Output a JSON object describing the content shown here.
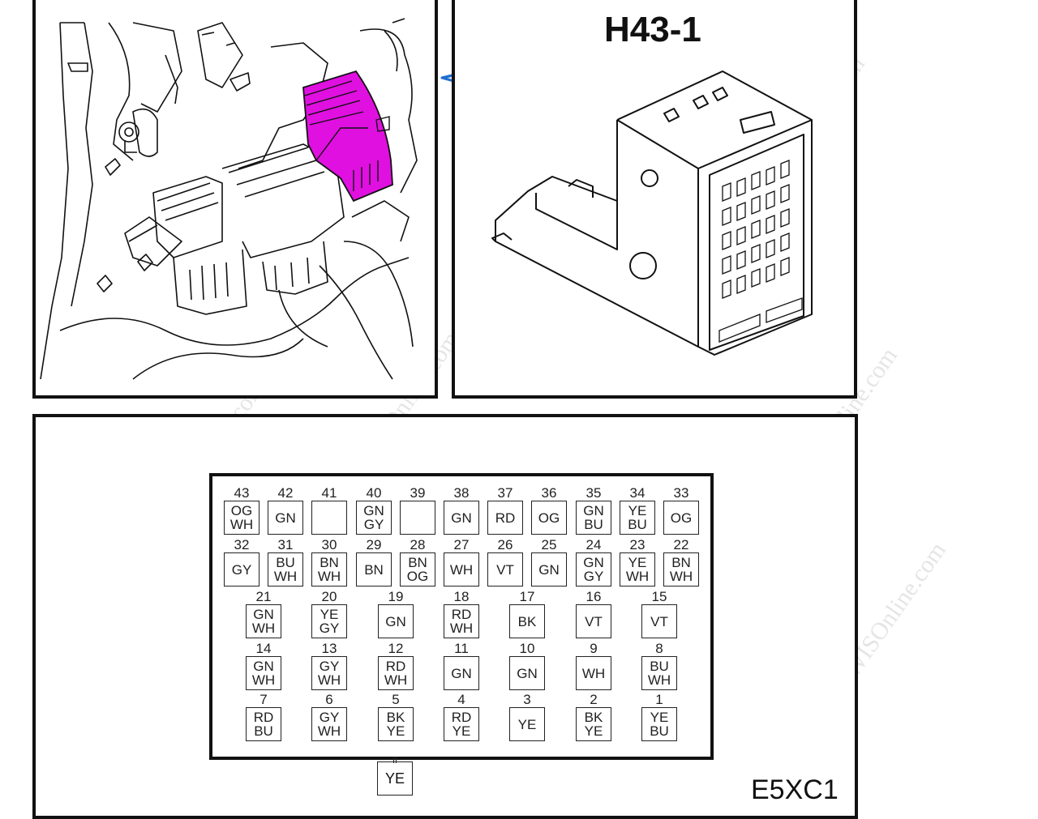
{
  "connector": {
    "name": "H43-1",
    "diagram_code": "E5XC1",
    "highlight_color": "#e010e0",
    "arrow_color": "#1f6fd1"
  },
  "watermark": "SaabWISOnline.com",
  "pins": [
    {
      "n": "43",
      "lines": [
        "OG",
        "WH"
      ]
    },
    {
      "n": "42",
      "lines": [
        "GN"
      ]
    },
    {
      "n": "41",
      "lines": []
    },
    {
      "n": "40",
      "lines": [
        "GN",
        "GY"
      ]
    },
    {
      "n": "39",
      "lines": []
    },
    {
      "n": "38",
      "lines": [
        "GN"
      ]
    },
    {
      "n": "37",
      "lines": [
        "RD"
      ]
    },
    {
      "n": "36",
      "lines": [
        "OG"
      ]
    },
    {
      "n": "35",
      "lines": [
        "GN",
        "BU"
      ]
    },
    {
      "n": "34",
      "lines": [
        "YE",
        "BU"
      ]
    },
    {
      "n": "33",
      "lines": [
        "OG"
      ]
    },
    {
      "n": "32",
      "lines": [
        "GY"
      ]
    },
    {
      "n": "31",
      "lines": [
        "BU",
        "WH"
      ]
    },
    {
      "n": "30",
      "lines": [
        "BN",
        "WH"
      ]
    },
    {
      "n": "29",
      "lines": [
        "BN"
      ]
    },
    {
      "n": "28",
      "lines": [
        "BN",
        "OG"
      ]
    },
    {
      "n": "27",
      "lines": [
        "WH"
      ]
    },
    {
      "n": "26",
      "lines": [
        "VT"
      ]
    },
    {
      "n": "25",
      "lines": [
        "GN"
      ]
    },
    {
      "n": "24",
      "lines": [
        "GN",
        "GY"
      ]
    },
    {
      "n": "23",
      "lines": [
        "YE",
        "WH"
      ]
    },
    {
      "n": "22",
      "lines": [
        "BN",
        "WH"
      ]
    },
    {
      "n": "21",
      "lines": [
        "GN",
        "WH"
      ]
    },
    {
      "n": "20",
      "lines": [
        "YE",
        "GY"
      ]
    },
    {
      "n": "19",
      "lines": [
        "GN"
      ]
    },
    {
      "n": "18",
      "lines": [
        "RD",
        "WH"
      ]
    },
    {
      "n": "17",
      "lines": [
        "BK"
      ]
    },
    {
      "n": "16",
      "lines": [
        "VT"
      ]
    },
    {
      "n": "15",
      "lines": [
        "VT"
      ]
    },
    {
      "n": "14",
      "lines": [
        "GN",
        "WH"
      ]
    },
    {
      "n": "13",
      "lines": [
        "GY",
        "WH"
      ]
    },
    {
      "n": "12",
      "lines": [
        "RD",
        "WH"
      ]
    },
    {
      "n": "11",
      "lines": [
        "GN"
      ]
    },
    {
      "n": "10",
      "lines": [
        "GN"
      ]
    },
    {
      "n": "9",
      "lines": [
        "WH"
      ]
    },
    {
      "n": "8",
      "lines": [
        "BU",
        "WH"
      ]
    },
    {
      "n": "7",
      "lines": [
        "RD",
        "BU"
      ]
    },
    {
      "n": "6",
      "lines": [
        "GY",
        "WH"
      ]
    },
    {
      "n": "5",
      "lines": [
        "BK",
        "YE"
      ]
    },
    {
      "n": "4",
      "lines": [
        "RD",
        "YE"
      ]
    },
    {
      "n": "3",
      "lines": [
        "YE"
      ]
    },
    {
      "n": "2",
      "lines": [
        "BK",
        "YE"
      ]
    },
    {
      "n": "1",
      "lines": [
        "YE",
        "BU"
      ]
    }
  ],
  "tail_pin": {
    "label": "YE"
  }
}
